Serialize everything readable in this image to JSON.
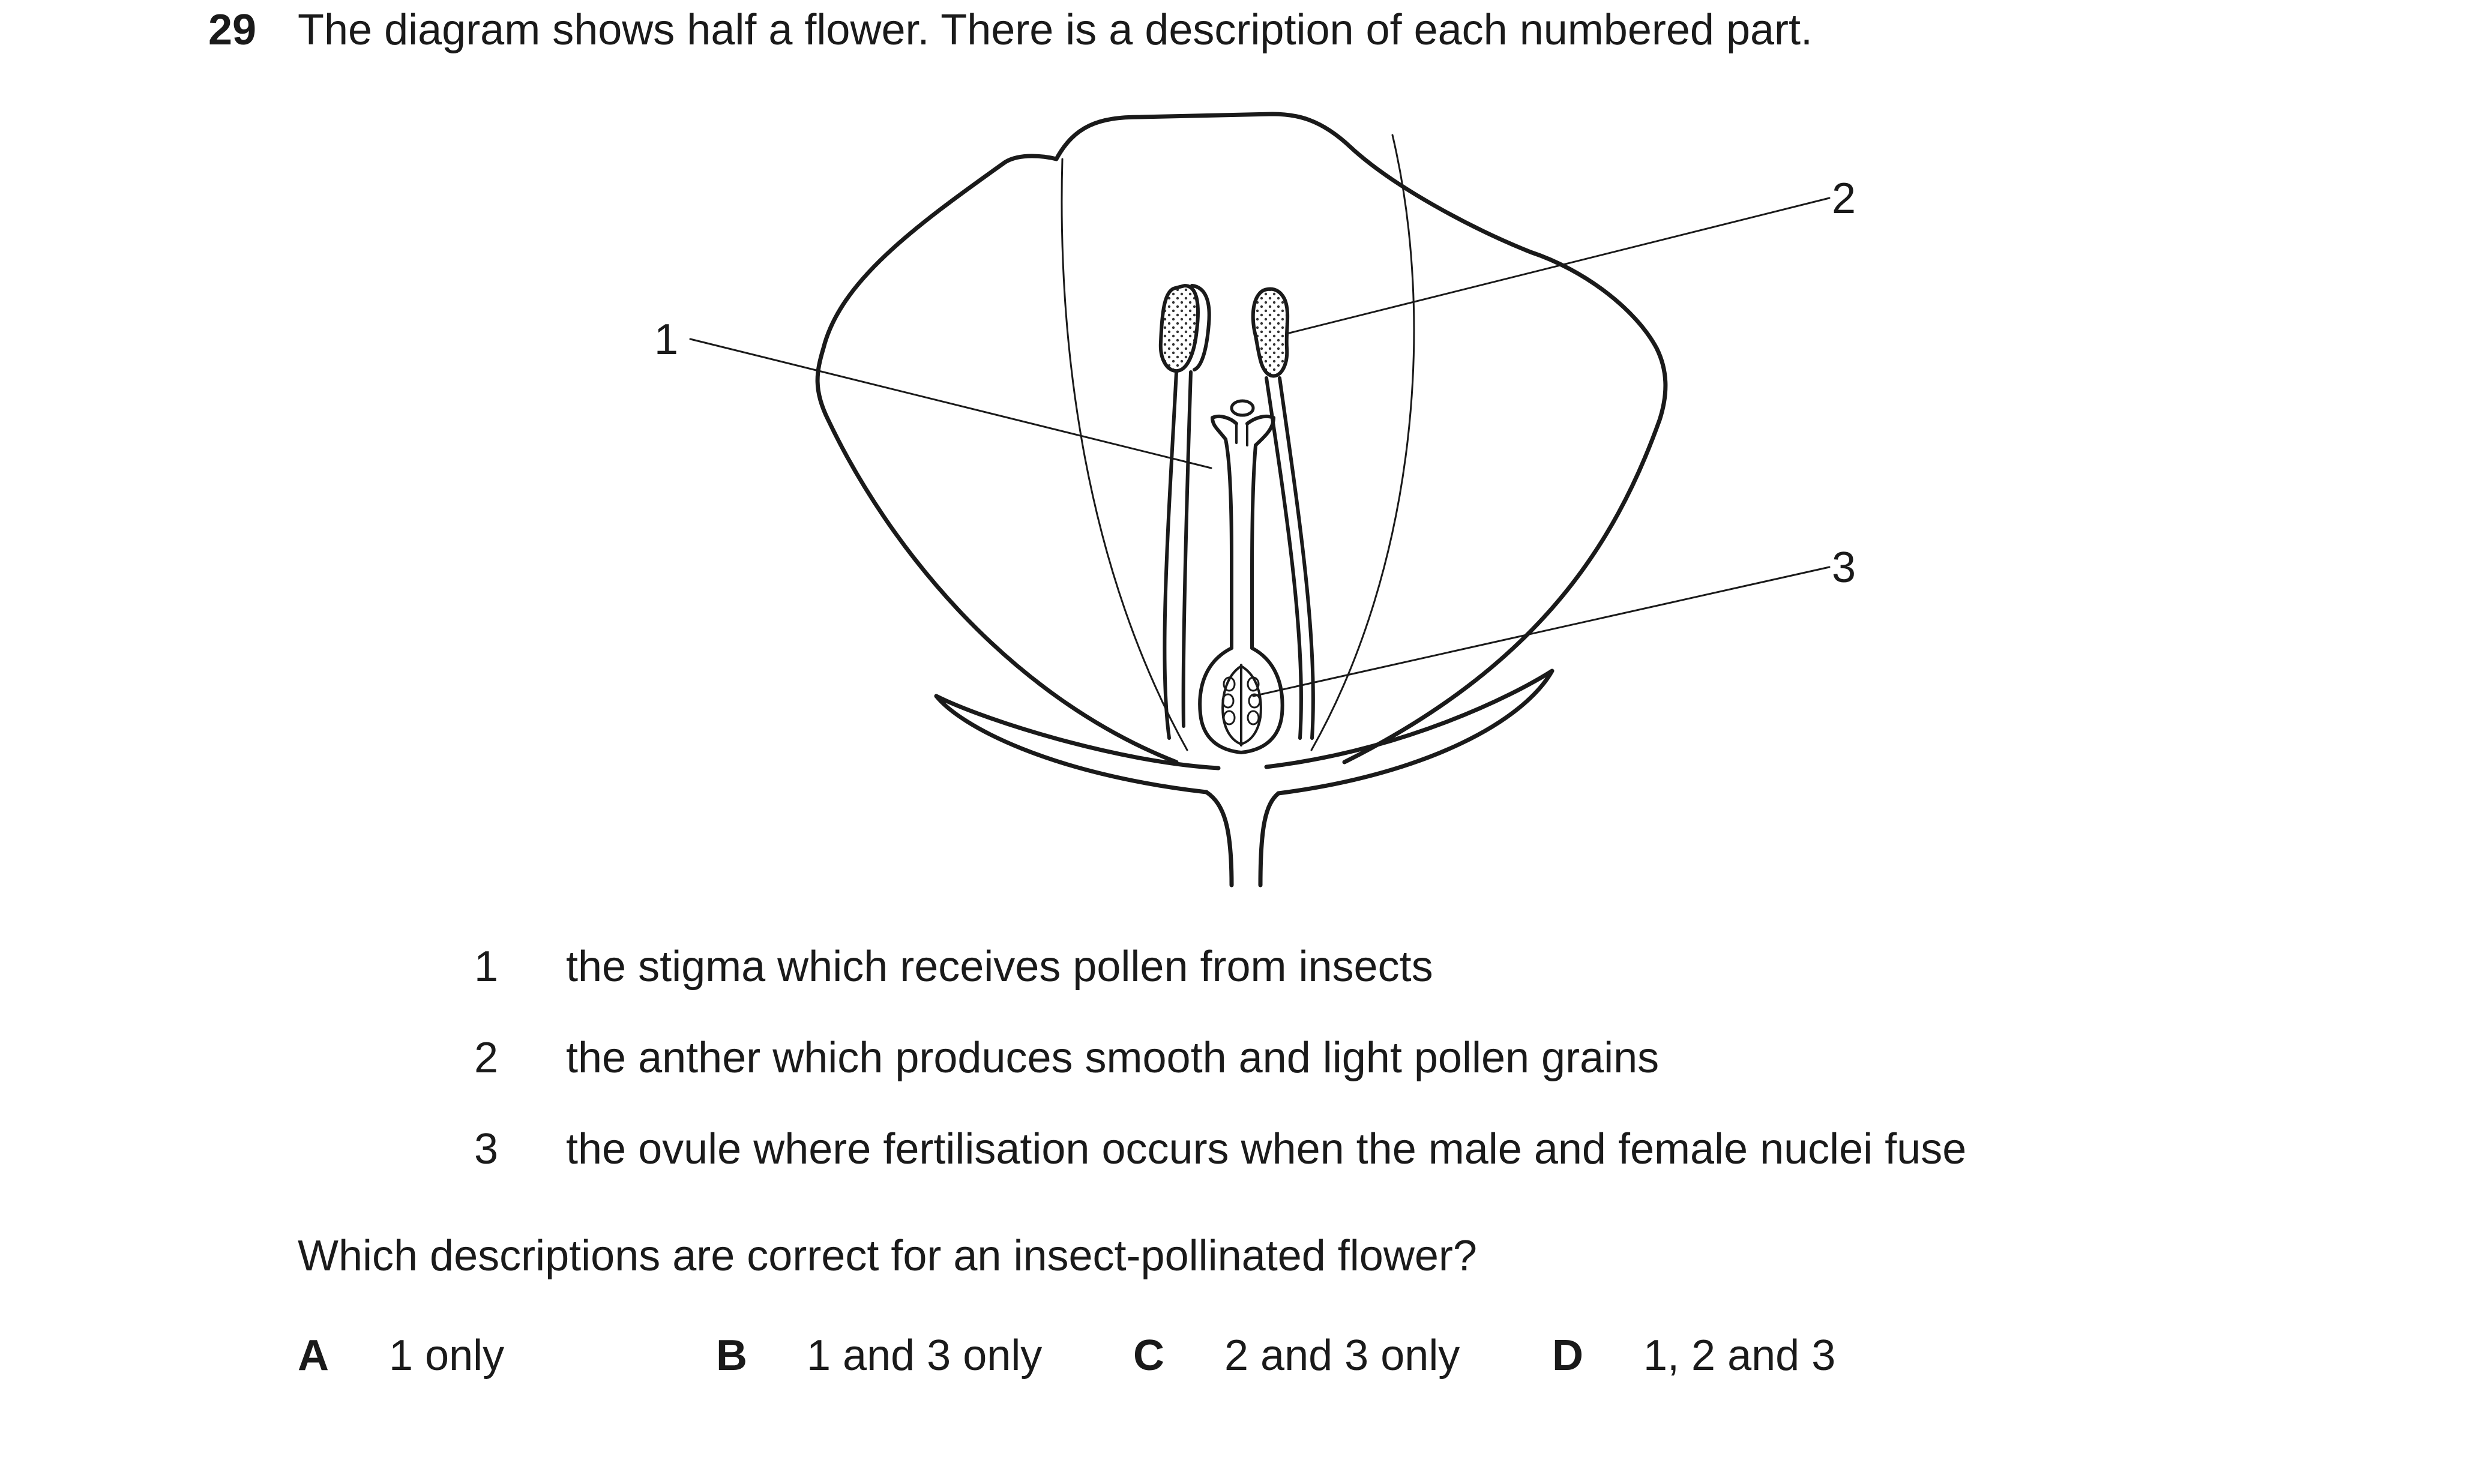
{
  "question": {
    "number": "29",
    "intro": "The diagram shows half a flower. There is a description of each numbered part.",
    "prompt": "Which descriptions are correct for an insect-pollinated flower?"
  },
  "diagram": {
    "labels": [
      "1",
      "2",
      "3"
    ]
  },
  "descriptions": [
    {
      "num": "1",
      "text": "the stigma which receives pollen from insects"
    },
    {
      "num": "2",
      "text": "the anther which produces smooth and light pollen grains"
    },
    {
      "num": "3",
      "text": "the ovule where fertilisation occurs when the male and female nuclei fuse"
    }
  ],
  "options": [
    {
      "letter": "A",
      "text": "1 only"
    },
    {
      "letter": "B",
      "text": "1 and 3 only"
    },
    {
      "letter": "C",
      "text": "2 and 3 only"
    },
    {
      "letter": "D",
      "text": "1, 2 and 3"
    }
  ]
}
